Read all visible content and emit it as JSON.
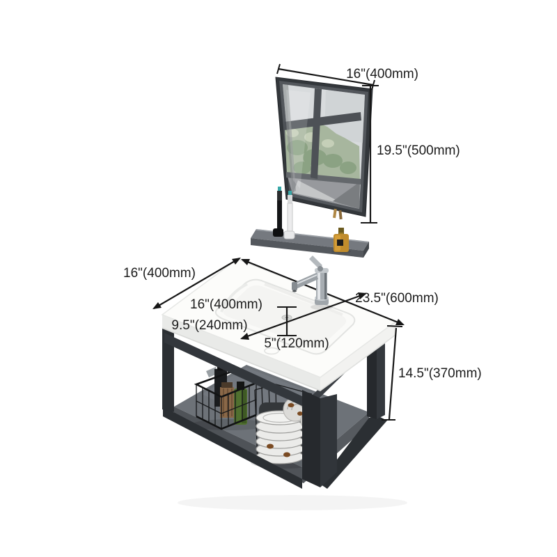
{
  "labels": {
    "mirror_width": "16\"(400mm)",
    "mirror_height": "19.5\"(500mm)",
    "vanity_depth": "16\"(400mm)",
    "vanity_width": "23.5\"(600mm)",
    "basin_width": "16\"(400mm)",
    "basin_front_depth": "9.5\"(240mm)",
    "basin_center_offset": "5\"(120mm)",
    "vanity_height": "14.5\"(370mm)"
  },
  "colors": {
    "background": "#ffffff",
    "dimension_line": "#161616",
    "label_text": "#1b1b1b",
    "frame_dark": "#2b2f33",
    "counter_white": "#fcfcfa",
    "shelf_gray": "#6d7278",
    "mirror_frame": "#33373b",
    "mirror_glass": "#d8dbdd",
    "foliage_green": "#a7b69e",
    "amber_bottle": "#c08c2c",
    "green_bottle": "#50702f",
    "chrome": "#a7adb2"
  }
}
